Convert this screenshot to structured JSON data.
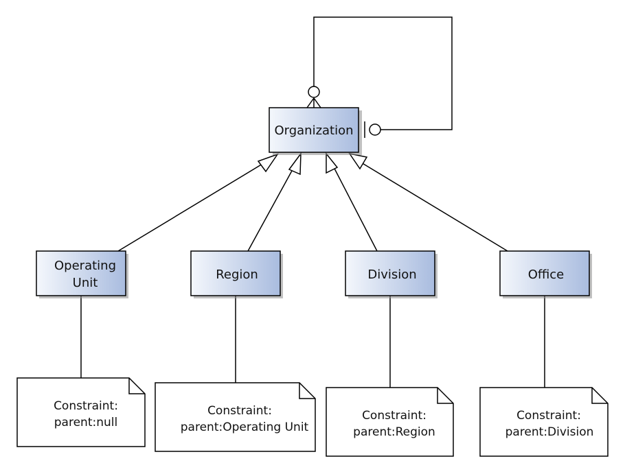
{
  "diagram": {
    "root": {
      "label": "Organization"
    },
    "classes": [
      {
        "id": "operating-unit",
        "label": [
          "Operating",
          "Unit"
        ]
      },
      {
        "id": "region",
        "label": [
          "Region"
        ]
      },
      {
        "id": "division",
        "label": [
          "Division"
        ]
      },
      {
        "id": "office",
        "label": [
          "Office"
        ]
      }
    ],
    "notes": [
      {
        "for": "operating-unit",
        "lines": [
          "Constraint:",
          "parent:null"
        ]
      },
      {
        "for": "region",
        "lines": [
          "Constraint:",
          "parent:Operating Unit"
        ]
      },
      {
        "for": "division",
        "lines": [
          "Constraint:",
          "parent:Region"
        ]
      },
      {
        "for": "office",
        "lines": [
          "Constraint:",
          "parent:Division"
        ]
      }
    ],
    "colors": {
      "class_fill_light": "#f4f7fc",
      "class_fill_dark": "#a9bcdf",
      "stroke": "#000000"
    }
  }
}
